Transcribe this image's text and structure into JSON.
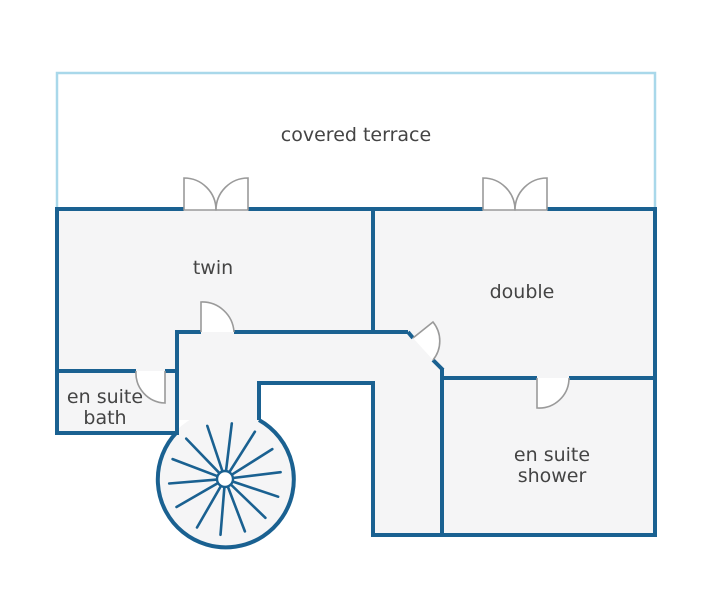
{
  "rooms": {
    "terrace": "covered terrace",
    "twin": "twin",
    "double": "double",
    "bath_line1": "en suite",
    "bath_line2": "bath",
    "shower_line1": "en suite",
    "shower_line2": "shower"
  },
  "colors": {
    "wall": "#1a6191",
    "terrace_outline": "#a9d8ea",
    "floor": "#f5f5f6",
    "door": "#9a9a9a",
    "label": "#444444"
  },
  "icons": [
    "spiral-staircase-icon",
    "double-door-icon",
    "single-door-icon"
  ]
}
